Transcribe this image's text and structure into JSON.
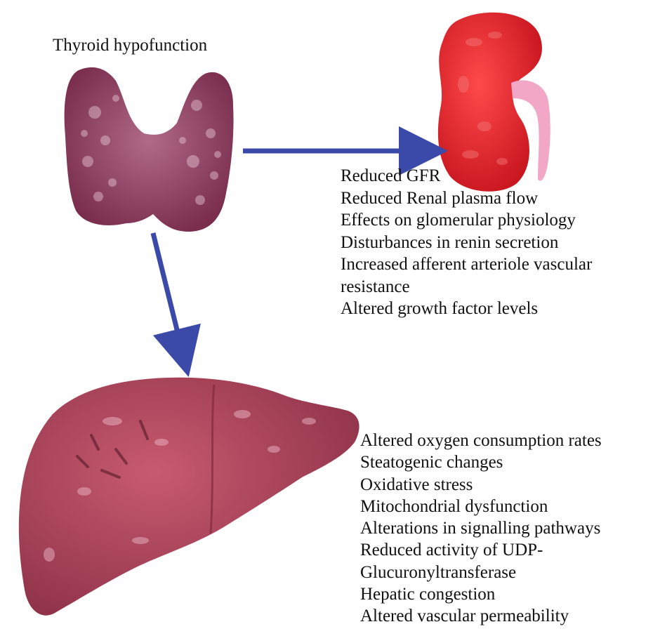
{
  "title": "Thyroid hypofunction",
  "kidney_effects": [
    "Reduced GFR",
    "Reduced Renal plasma flow",
    "Effects on glomerular physiology",
    "Disturbances in renin secretion",
    "Increased afferent arteriole vascular",
    "resistance",
    "Altered growth factor levels"
  ],
  "liver_effects": [
    "Altered oxygen consumption rates",
    "Steatogenic changes",
    "Oxidative stress",
    "Mitochondrial dysfunction",
    "Alterations in signalling pathways",
    "Reduced activity of UDP-",
    "Glucuronyltransferase",
    "Hepatic congestion",
    "Altered vascular permeability"
  ],
  "colors": {
    "arrow": "#3b4aa8",
    "thyroid": "#8a3b5c",
    "kidney": "#e0232b",
    "ureter": "#f2a7c7",
    "liver": "#b8485c"
  }
}
